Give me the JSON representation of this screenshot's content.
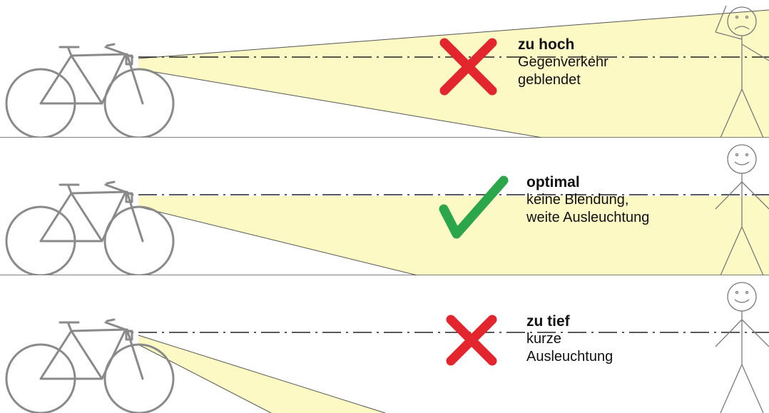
{
  "colors": {
    "beam": "#fdf9c4",
    "beam_edge": "#555555",
    "cross": "#e3262d",
    "check": "#2ca64a",
    "ground": "#555555"
  },
  "panels": [
    {
      "id": "zu-hoch",
      "verdict": "bad",
      "title": "zu hoch",
      "lines": [
        "Gegenverkehr",
        "geblendet"
      ],
      "person_face": "sad"
    },
    {
      "id": "optimal",
      "verdict": "good",
      "title": "optimal",
      "lines": [
        "keine Blendung,",
        "weite Ausleuchtung"
      ],
      "person_face": "happy"
    },
    {
      "id": "zu-tief",
      "verdict": "bad",
      "title": "zu tief",
      "lines": [
        "kurze",
        "Ausleuchtung"
      ],
      "person_face": "happy"
    }
  ]
}
